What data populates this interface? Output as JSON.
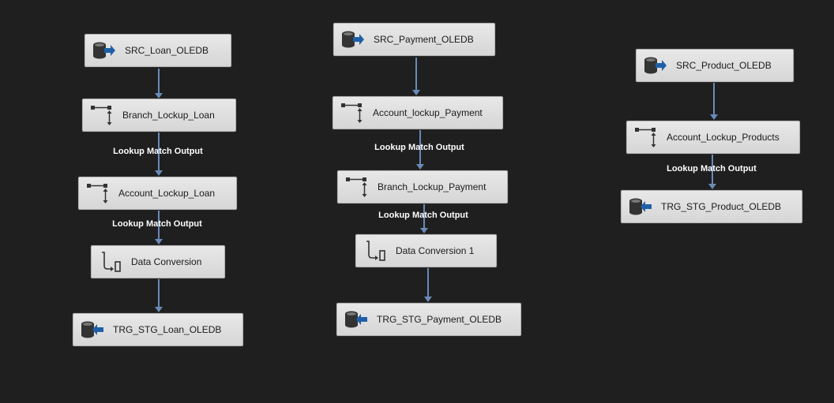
{
  "flows": [
    {
      "components": [
        {
          "label": "SRC_Loan_OLEDB",
          "icon": "ole-db-source-icon"
        },
        {
          "label": "Branch_Lockup_Loan",
          "icon": "lookup-icon"
        },
        {
          "label": "Account_Lockup_Loan",
          "icon": "lookup-icon"
        },
        {
          "label": "Data Conversion",
          "icon": "data-conversion-icon"
        },
        {
          "label": "TRG_STG_Loan_OLEDB",
          "icon": "ole-db-destination-icon"
        }
      ],
      "path_labels": [
        "Lookup Match Output",
        "Lookup Match Output"
      ]
    },
    {
      "components": [
        {
          "label": "SRC_Payment_OLEDB",
          "icon": "ole-db-source-icon"
        },
        {
          "label": "Account_lockup_Payment",
          "icon": "lookup-icon"
        },
        {
          "label": "Branch_Lockup_Payment",
          "icon": "lookup-icon"
        },
        {
          "label": "Data Conversion 1",
          "icon": "data-conversion-icon"
        },
        {
          "label": "TRG_STG_Payment_OLEDB",
          "icon": "ole-db-destination-icon"
        }
      ],
      "path_labels": [
        "Lookup Match Output",
        "Lookup Match Output"
      ]
    },
    {
      "components": [
        {
          "label": "SRC_Product_OLEDB",
          "icon": "ole-db-source-icon"
        },
        {
          "label": "Account_Lockup_Products",
          "icon": "lookup-icon"
        },
        {
          "label": "TRG_STG_Product_OLEDB",
          "icon": "ole-db-destination-icon"
        }
      ],
      "path_labels": [
        "Lookup Match Output"
      ]
    }
  ],
  "colors": {
    "background": "#1f1f1f",
    "connector": "#6a8ab8",
    "icon_blue": "#1f5fa8",
    "icon_dark": "#333333"
  }
}
